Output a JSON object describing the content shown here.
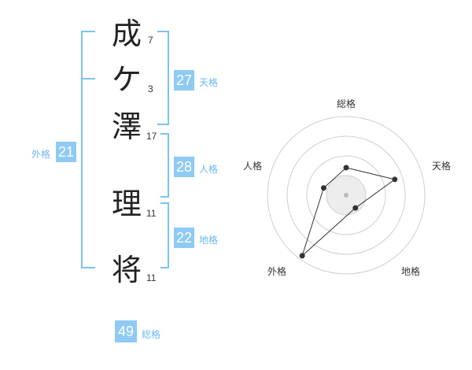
{
  "name": {
    "chars": [
      {
        "char": "成",
        "strokes": "7"
      },
      {
        "char": "ケ",
        "strokes": "3"
      },
      {
        "char": "澤",
        "strokes": "17"
      },
      {
        "char": "理",
        "strokes": "11"
      },
      {
        "char": "将",
        "strokes": "11"
      }
    ]
  },
  "fortune": {
    "tenkaku": {
      "value": "27",
      "label": "天格"
    },
    "jinkaku": {
      "value": "28",
      "label": "人格"
    },
    "chikaku": {
      "value": "22",
      "label": "地格"
    },
    "gaikaku": {
      "value": "21",
      "label": "外格"
    },
    "soukaku": {
      "value": "49",
      "label": "総格"
    }
  },
  "radar": {
    "axes": [
      "総格",
      "天格",
      "地格",
      "外格",
      "人格"
    ],
    "values": [
      0.35,
      0.65,
      0.2,
      0.95,
      0.3
    ],
    "ring_count": 4
  },
  "colors": {
    "accent": "#8ecaf4",
    "accent_text": "#6cb9ee",
    "bracket": "#7cc3f2"
  }
}
